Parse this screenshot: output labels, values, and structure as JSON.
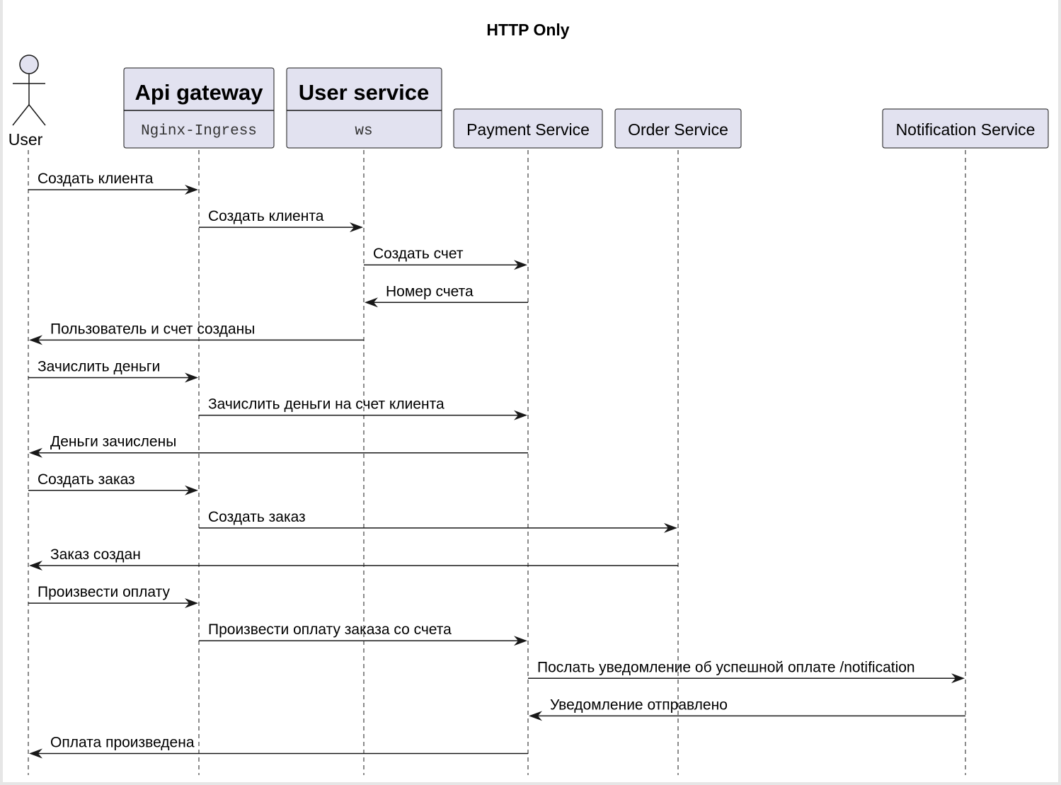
{
  "title": "HTTP Only",
  "participants": [
    {
      "id": "user",
      "kind": "actor",
      "name": "User"
    },
    {
      "id": "gw",
      "kind": "box",
      "name": "Api gateway",
      "stereotype": "Nginx-Ingress"
    },
    {
      "id": "us",
      "kind": "box",
      "name": "User service",
      "stereotype": "ws"
    },
    {
      "id": "ps",
      "kind": "box",
      "name": "Payment Service"
    },
    {
      "id": "os",
      "kind": "box",
      "name": "Order Service"
    },
    {
      "id": "ns",
      "kind": "box",
      "name": "Notification Service"
    }
  ],
  "messages": [
    {
      "from": "user",
      "to": "gw",
      "label": "Создать клиента"
    },
    {
      "from": "gw",
      "to": "us",
      "label": "Создать клиента"
    },
    {
      "from": "us",
      "to": "ps",
      "label": "Создать счет"
    },
    {
      "from": "ps",
      "to": "us",
      "label": "Номер счета"
    },
    {
      "from": "us",
      "to": "user",
      "label": "Пользователь и счет созданы"
    },
    {
      "from": "user",
      "to": "gw",
      "label": "Зачислить деньги"
    },
    {
      "from": "gw",
      "to": "ps",
      "label": "Зачислить деньги на счет клиента"
    },
    {
      "from": "ps",
      "to": "user",
      "label": "Деньги зачислены"
    },
    {
      "from": "user",
      "to": "gw",
      "label": "Создать заказ"
    },
    {
      "from": "gw",
      "to": "os",
      "label": "Создать заказ"
    },
    {
      "from": "os",
      "to": "user",
      "label": "Заказ создан"
    },
    {
      "from": "user",
      "to": "gw",
      "label": "Произвести оплату"
    },
    {
      "from": "gw",
      "to": "ps",
      "label": "Произвести оплату заказа со счета"
    },
    {
      "from": "ps",
      "to": "ns",
      "label": "Послать уведомление об успешной оплате /notification"
    },
    {
      "from": "ns",
      "to": "ps",
      "label": "Уведомление отправлено"
    },
    {
      "from": "ps",
      "to": "user",
      "label": "Оплата произведена"
    }
  ]
}
